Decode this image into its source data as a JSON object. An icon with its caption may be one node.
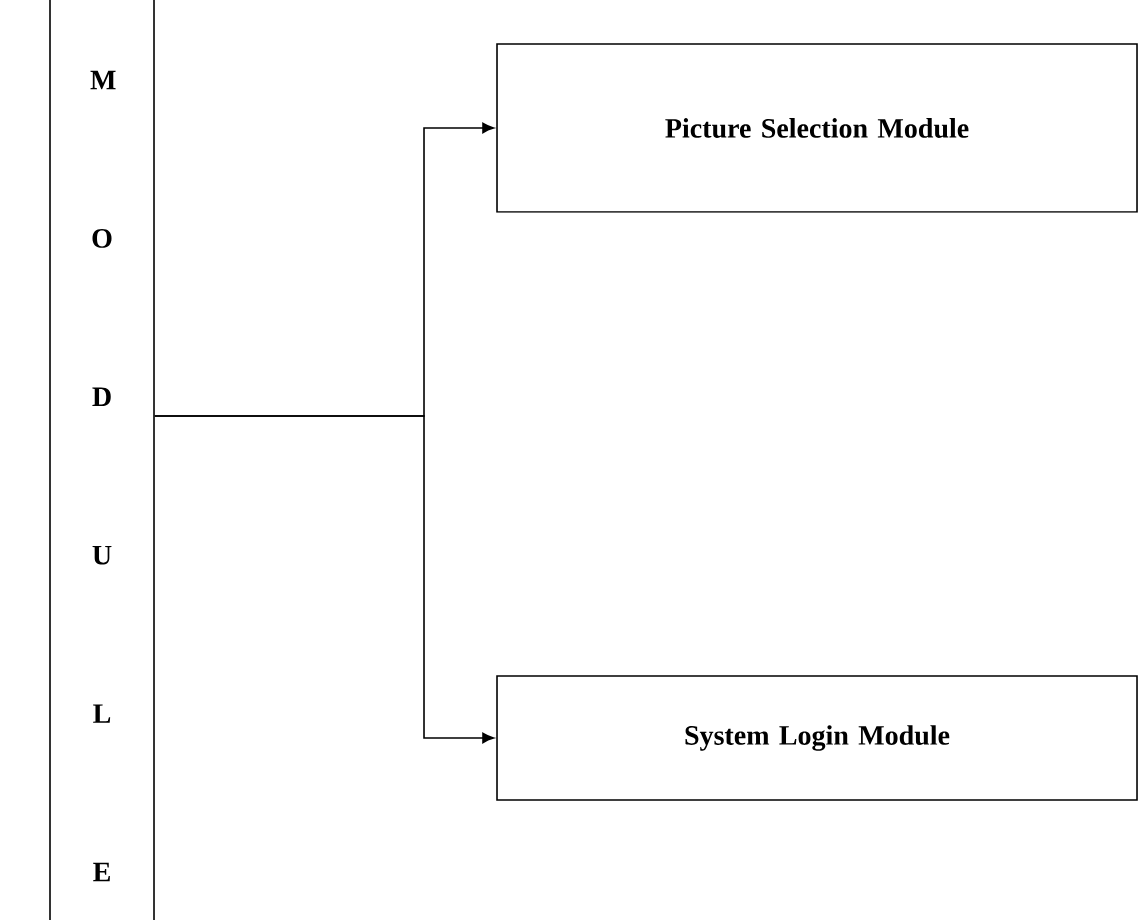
{
  "diagram": {
    "nodes": [
      {
        "text": [
          "M O D U L E"
        ]
      },
      {
        "text": [
          "Picture Selection Module"
        ]
      },
      {
        "text": [
          "System Login Module"
        ]
      }
    ],
    "edges": [
      {
        "from": 0,
        "to": 1,
        "arrow": "to"
      },
      {
        "from": 0,
        "to": 2,
        "arrow": "to"
      }
    ]
  }
}
